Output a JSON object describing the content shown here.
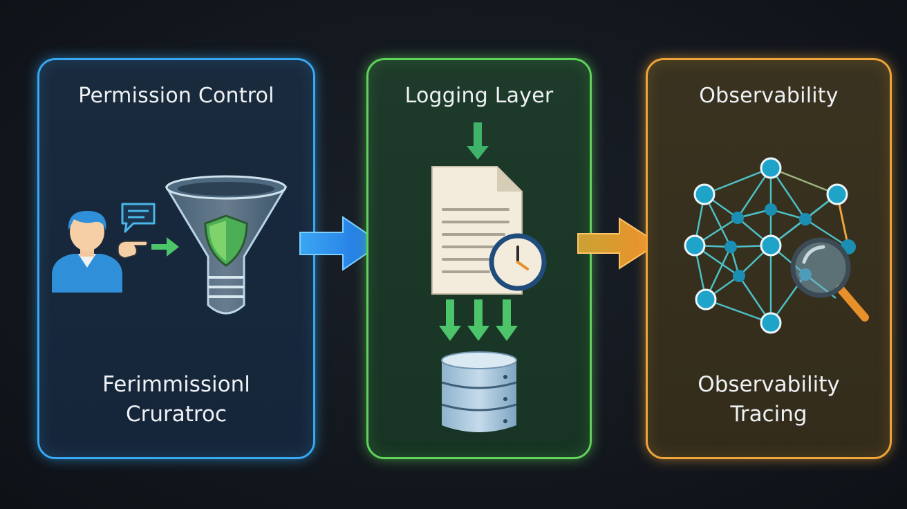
{
  "panels": [
    {
      "title": "Permission Control",
      "caption_line1": "Ferimmissionl",
      "caption_line2": "Cruratroc",
      "color": "#37a8f2"
    },
    {
      "title": "Logging Layer",
      "color": "#5fd35a"
    },
    {
      "title": "Observability",
      "caption_line1": "Observability",
      "caption_line2": "Tracing",
      "color": "#f0a53a"
    }
  ],
  "icons": {
    "panel1": [
      "user-icon",
      "speech-bubble-icon",
      "pointing-hand-icon",
      "arrow-right-icon",
      "funnel-icon",
      "shield-icon"
    ],
    "panel2": [
      "arrow-down-icon",
      "document-icon",
      "clock-icon",
      "arrows-down-icon",
      "database-icon"
    ],
    "panel3": [
      "network-graph-icon",
      "magnifier-icon"
    ]
  },
  "connectors": [
    {
      "from": "Permission Control",
      "to": "Logging Layer",
      "color": "#2f8ff0"
    },
    {
      "from": "Logging Layer",
      "to": "Observability",
      "color": "#f0a53a"
    }
  ],
  "background_color": "#12161c"
}
